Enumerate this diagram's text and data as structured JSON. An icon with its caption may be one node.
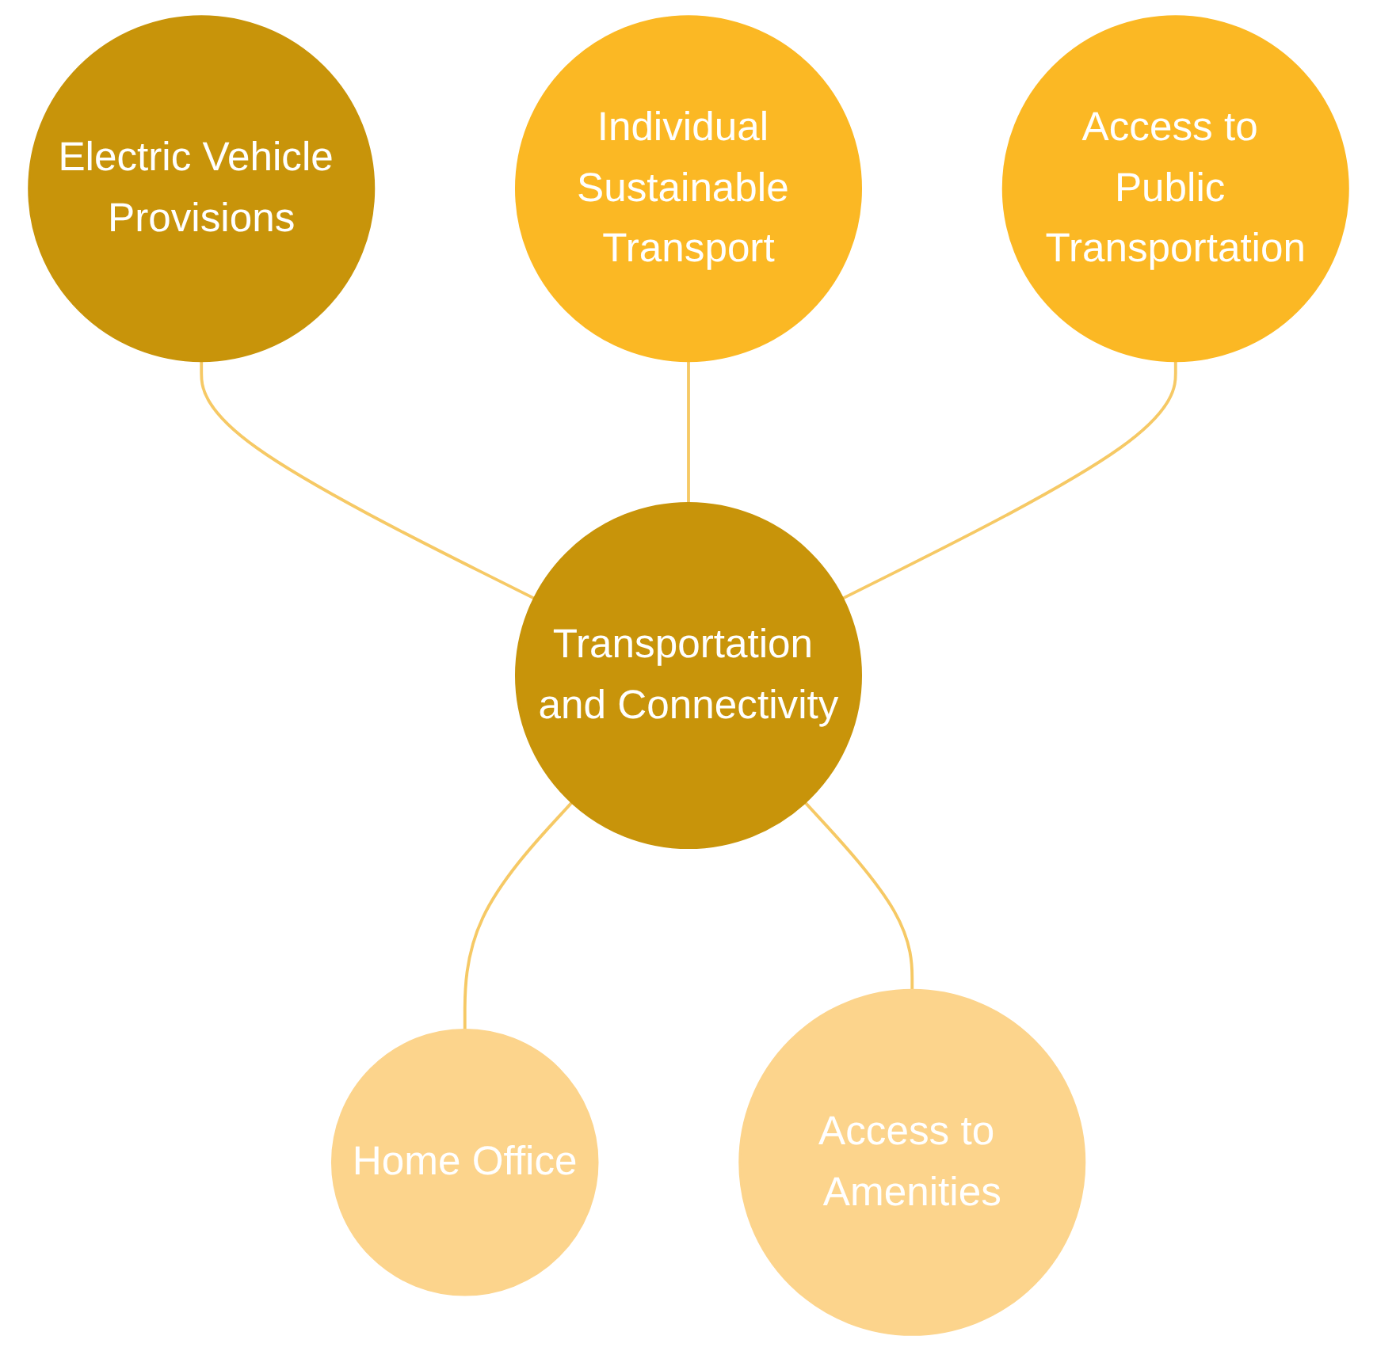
{
  "diagram": {
    "nodes": [
      {
        "text": [
          "Electric Vehicle Provisions"
        ]
      },
      {
        "text": [
          "Individual Sustainable Transport"
        ]
      },
      {
        "text": [
          "Access to Public Transportation"
        ]
      },
      {
        "text": [
          "Transportation and Connectivity"
        ]
      },
      {
        "text": [
          "Home Office"
        ]
      },
      {
        "text": [
          "Access to Amenities"
        ]
      }
    ],
    "edges": [
      {
        "from": 0,
        "to": 3,
        "arrow": "none"
      },
      {
        "from": 1,
        "to": 3,
        "arrow": "none"
      },
      {
        "from": 2,
        "to": 3,
        "arrow": "none"
      },
      {
        "from": 3,
        "to": 4,
        "arrow": "none"
      },
      {
        "from": 3,
        "to": 5,
        "arrow": "none"
      }
    ]
  }
}
